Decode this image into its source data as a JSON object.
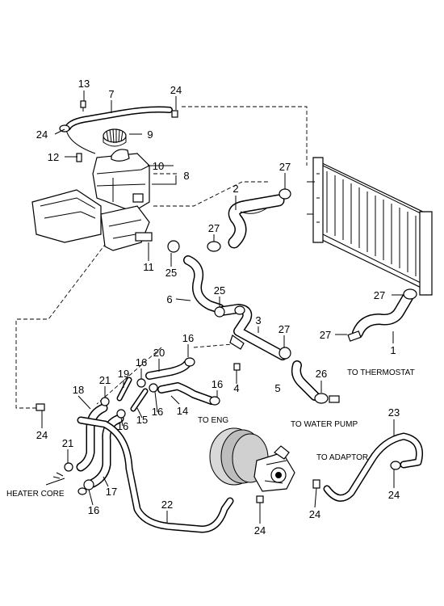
{
  "callouts": {
    "c1": "1",
    "c2": "2",
    "c3": "3",
    "c4": "4",
    "c5": "5",
    "c6": "6",
    "c7": "7",
    "c8": "8",
    "c9": "9",
    "c10": "10",
    "c11": "11",
    "c12": "12",
    "c13": "13",
    "c14": "14",
    "c15": "15",
    "c16a": "16",
    "c16b": "16",
    "c16c": "16",
    "c16d": "16",
    "c16e": "16",
    "c16f": "16",
    "c17": "17",
    "c18": "18",
    "c19": "19",
    "c20": "20",
    "c21a": "21",
    "c21b": "21",
    "c22": "22",
    "c23": "23",
    "c24a": "24",
    "c24b": "24",
    "c24c": "24",
    "c24d": "24",
    "c24e": "24",
    "c24f": "24",
    "c25a": "25",
    "c25b": "25",
    "c26": "26",
    "c27a": "27",
    "c27b": "27",
    "c27c": "27",
    "c27d": "27",
    "c27e": "27"
  },
  "captions": {
    "thermostat": "TO THERMOSTAT",
    "eng": "TO ENG",
    "water_pump": "TO WATER PUMP",
    "adaptor": "TO ADAPTOR",
    "heater_core": "HEATER CORE"
  }
}
